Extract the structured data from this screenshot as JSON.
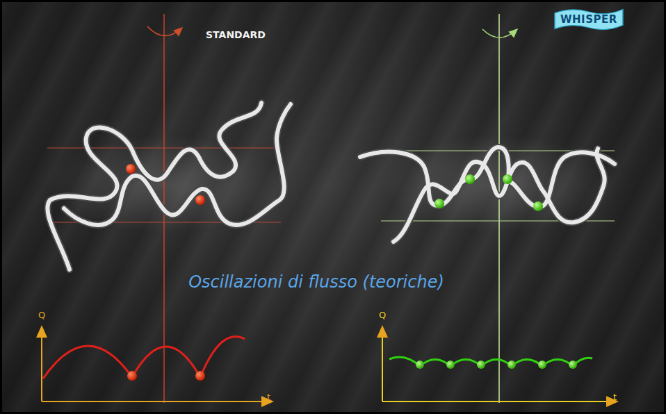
{
  "diagram": {
    "nodes": [
      {
        "text": [
          "WHISPER"
        ]
      }
    ],
    "labels": [
      "STANDARD",
      "Oscillazioni di flusso (teoriche)",
      "Q",
      "t",
      "Q",
      "t"
    ]
  }
}
